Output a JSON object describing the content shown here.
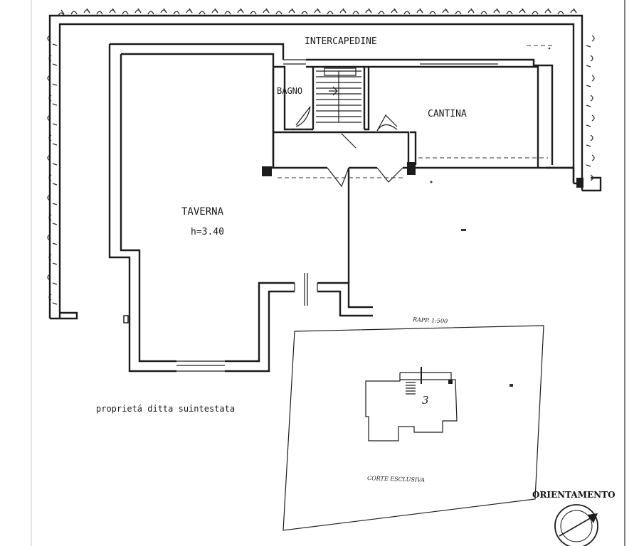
{
  "rooms": {
    "intercapedine": "INTERCAPEDINE",
    "bagno": "BAGNO",
    "cantina": "CANTINA",
    "taverna": "TAVERNA",
    "taverna_height": "h=3.40"
  },
  "site_plan": {
    "scale": "RAPP. 1:500",
    "number": "3",
    "court": "CORTE ESCLUSIVA"
  },
  "owner_note": "proprietá ditta suintestata",
  "orientation": "ORIENTAMENTO"
}
